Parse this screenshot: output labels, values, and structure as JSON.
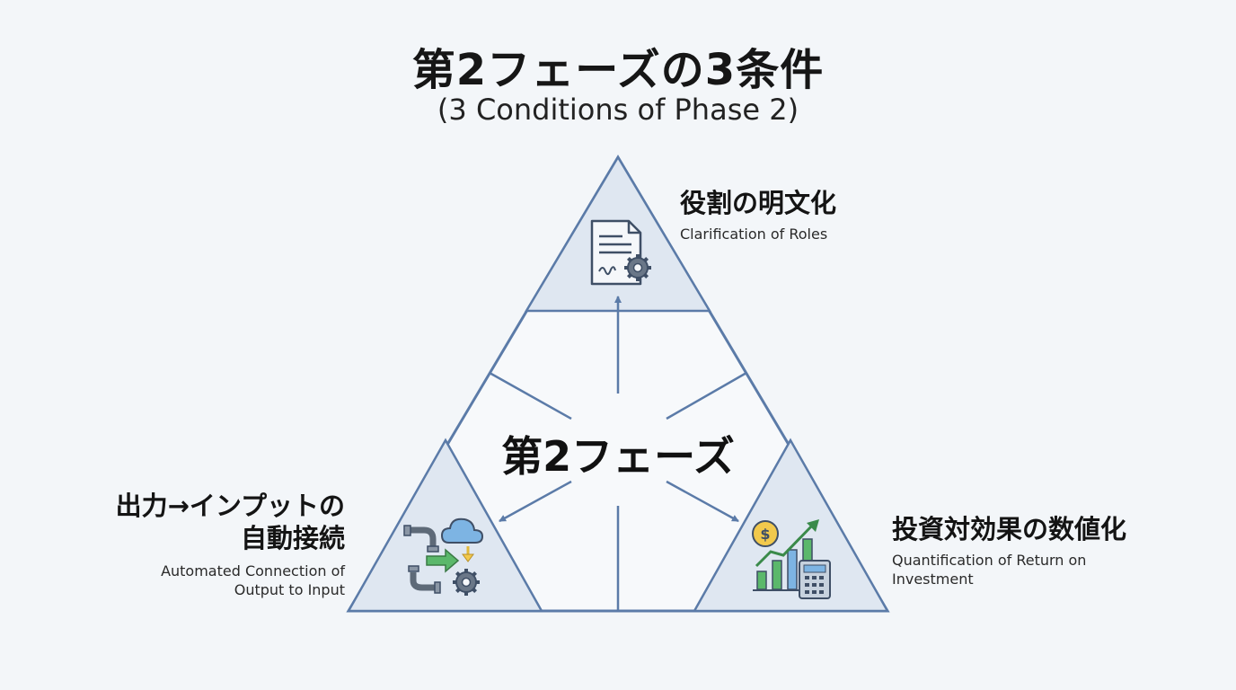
{
  "title": "第2フェーズの3条件",
  "subtitle": "(3 Conditions of Phase 2)",
  "center": {
    "label": "第2フェーズ"
  },
  "conditions": {
    "top": {
      "jp": "役割の明文化",
      "en": "Clarification of Roles",
      "icon": "document-gear-icon"
    },
    "left": {
      "jp_line1": "出力→インプットの",
      "jp_line2": "自動接続",
      "en_line1": "Automated Connection of",
      "en_line2": "Output to Input",
      "icon": "pipe-cloud-gear-icon"
    },
    "right": {
      "jp": "投資対効果の数値化",
      "en_line1": "Quantification of Return on",
      "en_line2": "Investment",
      "icon": "chart-calculator-icon"
    }
  },
  "colors": {
    "triangle_stroke": "#5b7ba8",
    "triangle_fill": "#dfe7f1",
    "arrow": "#5b7ba8",
    "icon_stroke": "#4a5e78",
    "gear": "#5d6b7d",
    "cloud": "#6fa9da",
    "green": "#5bb86b",
    "yellow": "#f2c94c",
    "background": "#f3f6f9"
  }
}
